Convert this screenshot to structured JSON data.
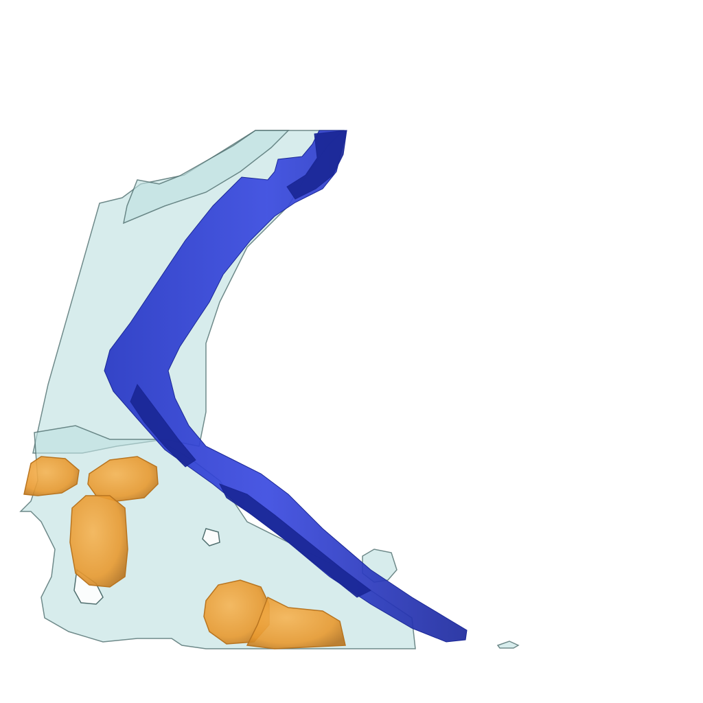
{
  "scene": {
    "background_color": "#ffffff",
    "structures": [
      {
        "id": "translucent-tissue",
        "color": "#bfe0e0",
        "edge_color": "#4f6e6e",
        "opacity": 0.62
      },
      {
        "id": "blue-structure",
        "color": "#2f3fd6",
        "shade_color": "#1a2796",
        "opacity": 0.92
      },
      {
        "id": "orange-structures",
        "color": "#eda040",
        "shade_color": "#b8741f",
        "opacity": 0.9
      }
    ]
  }
}
